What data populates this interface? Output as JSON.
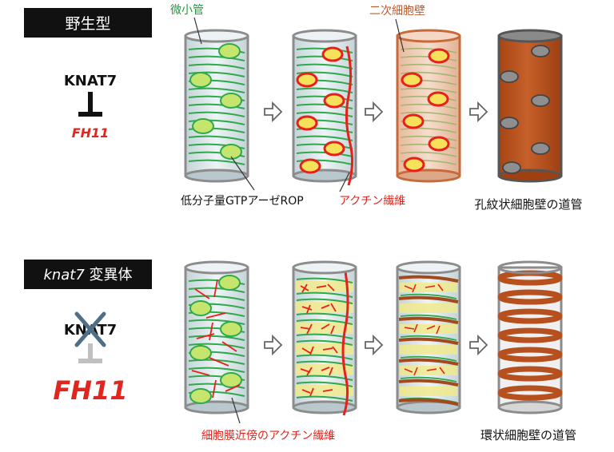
{
  "colors": {
    "microtubule": "#2eaa4a",
    "actin": "#e8201c",
    "rop_fill": "#f6e25a",
    "rop_green_fill": "#c6e56f",
    "wall_brown": "#b6501e",
    "tube_glass": "#d9e6ea",
    "label_green": "#1e9a3c",
    "label_red": "#e0261e",
    "label_brown": "#b85a2e"
  },
  "wildtype": {
    "header": "野生型",
    "gene_regulator": "KNAT7",
    "gene_target": "FH11",
    "labels": {
      "microtubule": "微小管",
      "secondary_wall": "二次細胞壁",
      "rop": "低分子量GTPアーゼROP",
      "actin": "アクチン繊維",
      "result": "孔紋状細胞壁の道管"
    }
  },
  "mutant": {
    "header_italic": "knat7",
    "header_rest": " 変異体",
    "gene_regulator": "KNAT7",
    "gene_target": "FH11",
    "labels": {
      "actin_near_membrane": "細胞膜近傍のアクチン繊維",
      "result": "環状細胞壁の道管"
    }
  },
  "arrow_icon": "hollow-right-arrow-icon"
}
